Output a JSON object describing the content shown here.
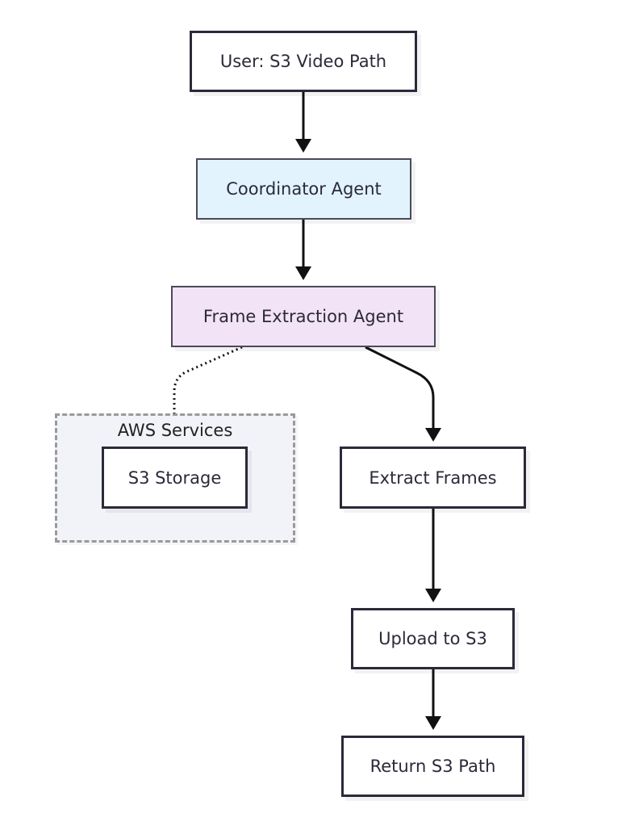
{
  "nodes": {
    "user": {
      "label": "User: S3 Video Path",
      "fill": "#ffffff"
    },
    "coordinator": {
      "label": "Coordinator Agent",
      "fill": "#e3f3fd"
    },
    "frame_extraction": {
      "label": "Frame Extraction Agent",
      "fill": "#f3e3f6"
    },
    "s3_storage": {
      "label": "S3 Storage",
      "fill": "#ffffff"
    },
    "extract_frames": {
      "label": "Extract Frames",
      "fill": "#ffffff"
    },
    "upload": {
      "label": "Upload to S3",
      "fill": "#ffffff"
    },
    "return_path": {
      "label": "Return S3 Path",
      "fill": "#ffffff"
    }
  },
  "group": {
    "label": "AWS Services",
    "fill": "#f2f3f8",
    "border": "#9a9a9a"
  },
  "edges": [
    {
      "from": "user",
      "to": "coordinator",
      "style": "solid"
    },
    {
      "from": "coordinator",
      "to": "frame_extraction",
      "style": "solid"
    },
    {
      "from": "frame_extraction",
      "to": "s3_storage",
      "style": "dotted"
    },
    {
      "from": "frame_extraction",
      "to": "extract_frames",
      "style": "solid"
    },
    {
      "from": "extract_frames",
      "to": "upload",
      "style": "solid"
    },
    {
      "from": "upload",
      "to": "return_path",
      "style": "solid"
    }
  ]
}
